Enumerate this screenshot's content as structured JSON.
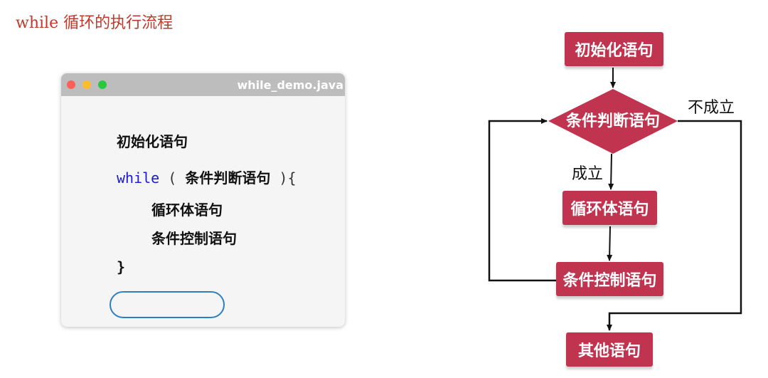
{
  "page": {
    "title": "while 循环的执行流程"
  },
  "code_window": {
    "filename": "while_demo.java",
    "lines": {
      "init": "初始化语句",
      "while_keyword": "while",
      "open_paren": "(",
      "condition": "条件判断语句",
      "close_paren_brace": "){",
      "body": "循环体语句",
      "control": "条件控制语句",
      "close_brace": "}"
    }
  },
  "flowchart": {
    "init": "初始化语句",
    "condition": "条件判断语句",
    "body": "循环体语句",
    "control": "条件控制语句",
    "other": "其他语句",
    "true_label": "成立",
    "false_label": "不成立",
    "colors": {
      "node": "#c0344f",
      "line": "#111111"
    }
  }
}
